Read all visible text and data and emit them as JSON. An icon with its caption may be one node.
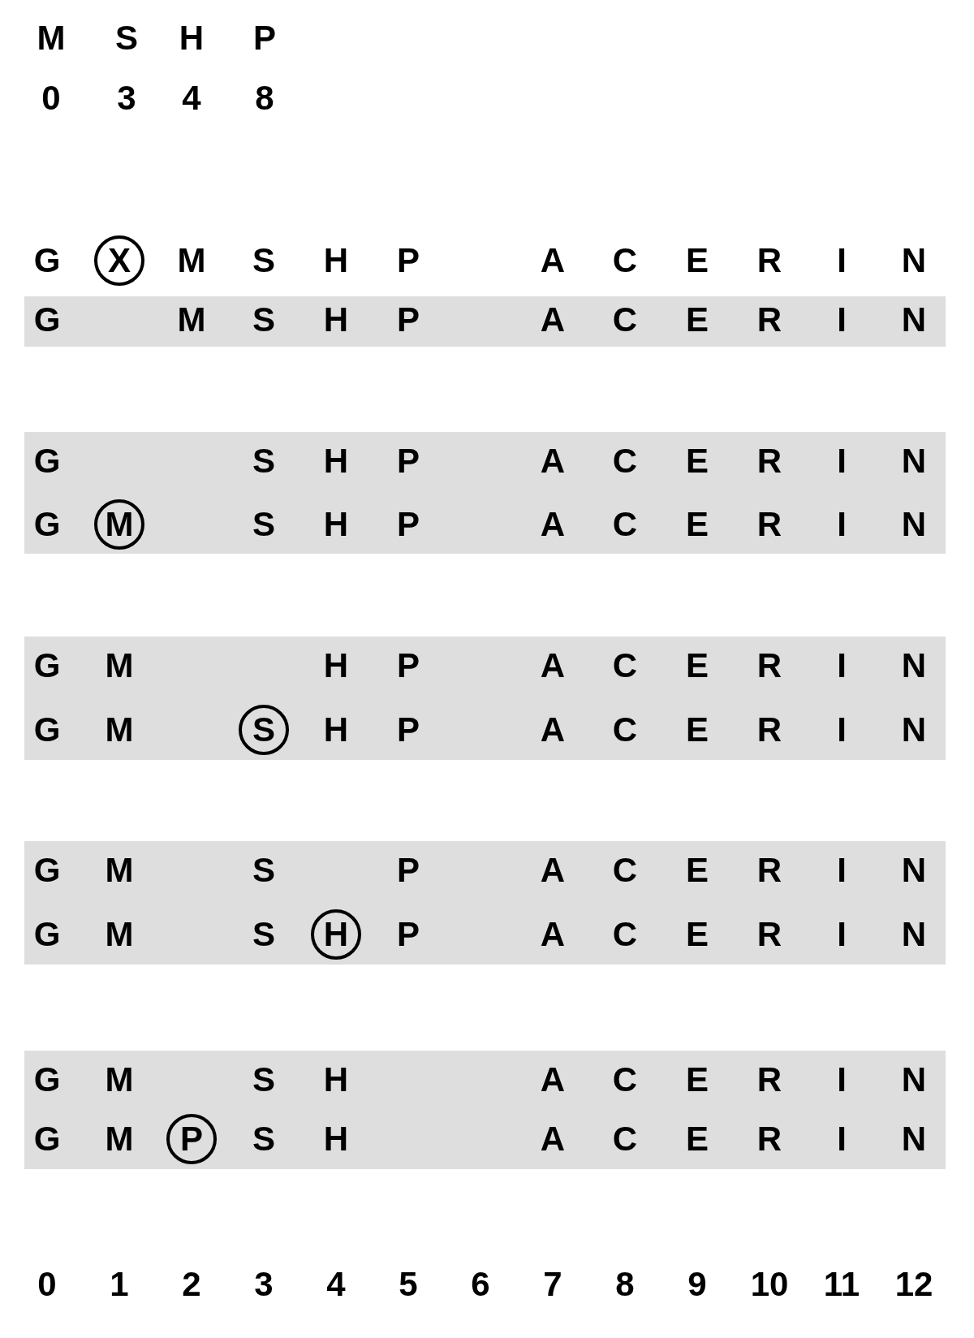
{
  "diagram": {
    "nodes": [
      {
        "text": [
          "X"
        ]
      },
      {
        "text": [
          "M"
        ]
      },
      {
        "text": [
          "S"
        ]
      },
      {
        "text": [
          "H"
        ]
      },
      {
        "text": [
          "P"
        ]
      }
    ],
    "edges": [],
    "labels": [
      "M",
      "S",
      "H",
      "P",
      "0",
      "3",
      "4",
      "8",
      "G",
      "M",
      "S",
      "H",
      "P",
      "A",
      "C",
      "E",
      "R",
      "I",
      "N",
      "G",
      "M",
      "S",
      "H",
      "P",
      "A",
      "C",
      "E",
      "R",
      "I",
      "N",
      "G",
      "S",
      "H",
      "P",
      "A",
      "C",
      "E",
      "R",
      "I",
      "N",
      "G",
      "S",
      "H",
      "P",
      "A",
      "C",
      "E",
      "R",
      "I",
      "N",
      "G",
      "M",
      "H",
      "P",
      "A",
      "C",
      "E",
      "R",
      "I",
      "N",
      "G",
      "M",
      "H",
      "P",
      "A",
      "C",
      "E",
      "R",
      "I",
      "N",
      "G",
      "M",
      "S",
      "P",
      "A",
      "C",
      "E",
      "R",
      "I",
      "N",
      "G",
      "M",
      "S",
      "P",
      "A",
      "C",
      "E",
      "R",
      "I",
      "N",
      "G",
      "M",
      "S",
      "H",
      "A",
      "C",
      "E",
      "R",
      "I",
      "N",
      "G",
      "M",
      "S",
      "H",
      "A",
      "C",
      "E",
      "R",
      "I",
      "N",
      "0",
      "1",
      "2",
      "3",
      "4",
      "5",
      "6",
      "7",
      "8",
      "9",
      "10",
      "11",
      "12"
    ]
  }
}
